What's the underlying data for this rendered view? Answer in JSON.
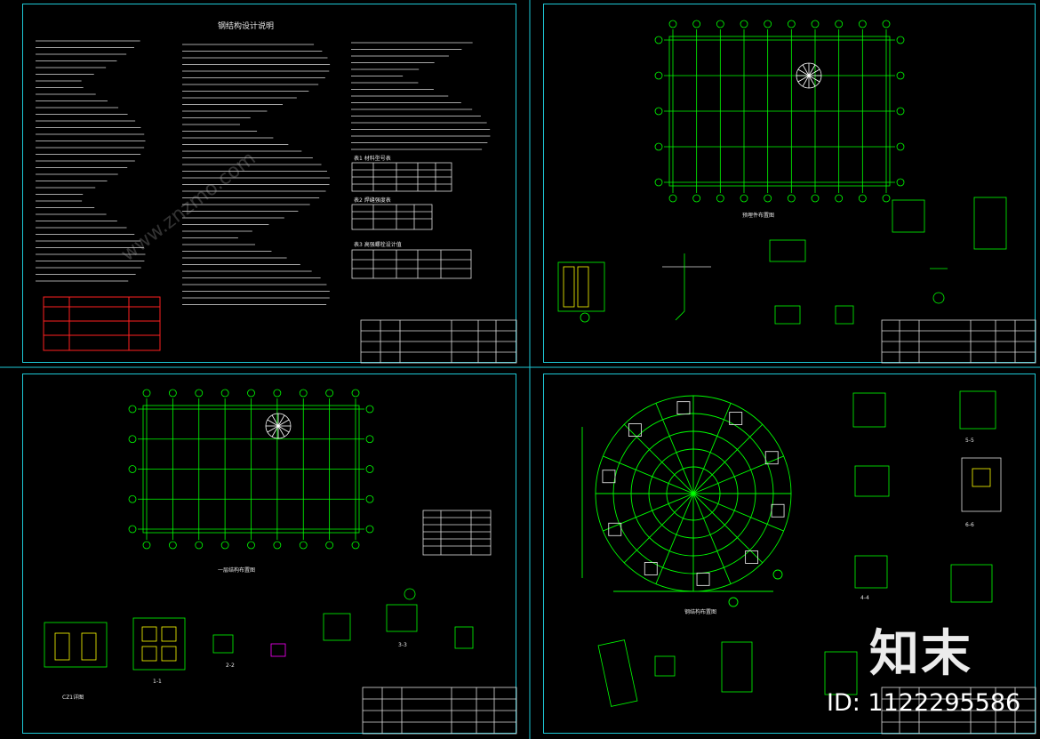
{
  "sheets": [
    {
      "id": "sheet-1",
      "title": "钢结构设计说明"
    },
    {
      "id": "sheet-2",
      "title": "预埋件布置图"
    },
    {
      "id": "sheet-3",
      "title": "一层结构布置图"
    },
    {
      "id": "sheet-4",
      "title": ""
    }
  ],
  "notes": {
    "table1_header": "表1 材料型号表",
    "table2_header": "表2 焊缝强度表",
    "table3_header": "表3 高强螺栓设计值"
  },
  "details": {
    "cz_label": "CZ1详图",
    "sec11": "1-1",
    "sec22": "2-2",
    "sec33": "3-3",
    "sec44": "4-4",
    "sec55": "5-5",
    "sec66": "6-6",
    "circle_caption": "钢结构布置图"
  },
  "watermark": {
    "logo": "知末",
    "id_text": "ID: 1122295586",
    "url_text": "www.znzmo.com"
  },
  "colors": {
    "frame": "#1ec8d6",
    "line": "#00ff00",
    "dim": "#00ff00",
    "red": "#ff2020",
    "text": "#e6e6e6",
    "yellow": "#ffff00",
    "magenta": "#ff00ff"
  }
}
